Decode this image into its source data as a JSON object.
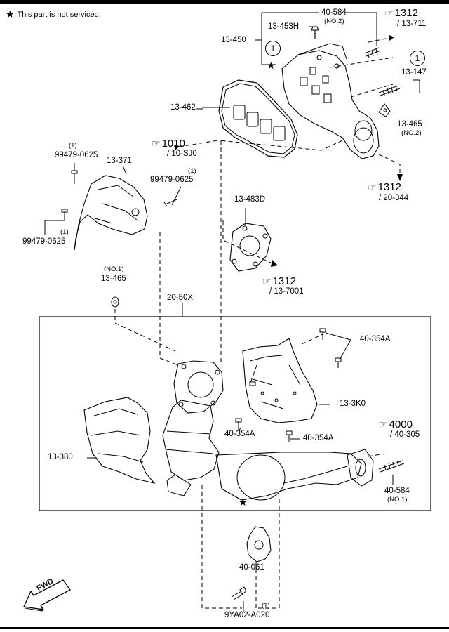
{
  "note": {
    "star": "★",
    "text": "This part is not serviced."
  },
  "parts": {
    "p40584_no2": "40-584",
    "p40584_no2_sub": "(NO.2)",
    "p13453h": "13-453H",
    "p13450": "13-450",
    "circle1a": "1",
    "circle1b": "1",
    "p13147": "13-147",
    "p13465_no2": "13-465",
    "p13465_no2_sub": "(NO.2)",
    "p13462": "13-462",
    "p99479_a_qty": "(1)",
    "p99479_a": "99479-0625",
    "p13371": "13-371",
    "p99479_b_qty": "(1)",
    "p99479_b": "99479-0625",
    "p99479_c_qty": "(1)",
    "p99479_c": "99479-0625",
    "p13483d": "13-483D",
    "p13465_no1_sub": "(NO.1)",
    "p13465_no1": "13-465",
    "p2050x": "20-50X",
    "p40354a_1": "40-354A",
    "p133k0": "13-3K0",
    "p40354a_2": "40-354A",
    "p40354a_3": "40-354A",
    "p13380": "13-380",
    "p40584_no1": "40-584",
    "p40584_no1_sub": "(NO.1)",
    "p40061": "40-061",
    "p9ya02_qty": "(1)",
    "p9ya02": "9YA02-A020",
    "fwd": "FWD"
  },
  "refs": {
    "r1312a_num": "1312",
    "r1312a_sub": "/ 13-711",
    "r1010_num": "1010",
    "r1010_sub": "/ 10-SJ0",
    "r1312b_num": "1312",
    "r1312b_sub": "/ 20-344",
    "r1312c_num": "1312",
    "r1312c_sub": "/ 13-7001",
    "r4000_num": "4000",
    "r4000_sub": "/ 40-305"
  },
  "icons": {
    "reference": "pointing-hand-icon",
    "star": "star-icon",
    "fwd": "fwd-arrow-icon"
  }
}
